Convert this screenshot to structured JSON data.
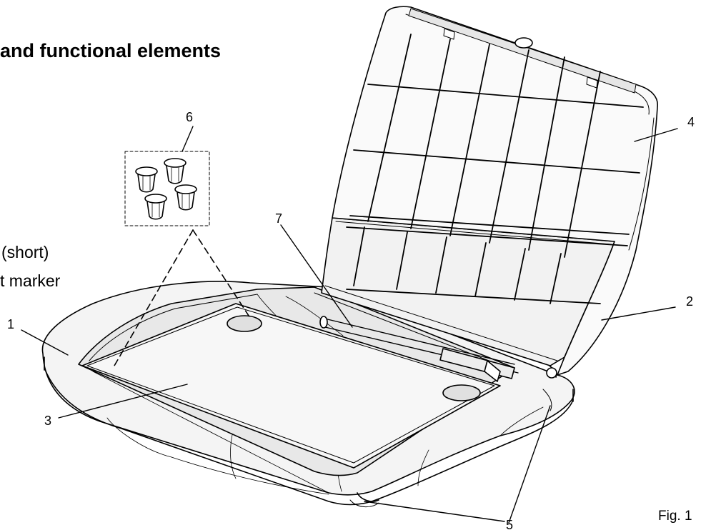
{
  "heading": "and functional elements",
  "legend": [
    "(short)",
    "t marker"
  ],
  "figure_label": "Fig. 1",
  "callouts": [
    "1",
    "2",
    "3",
    "4",
    "5",
    "5",
    "6",
    "7"
  ]
}
